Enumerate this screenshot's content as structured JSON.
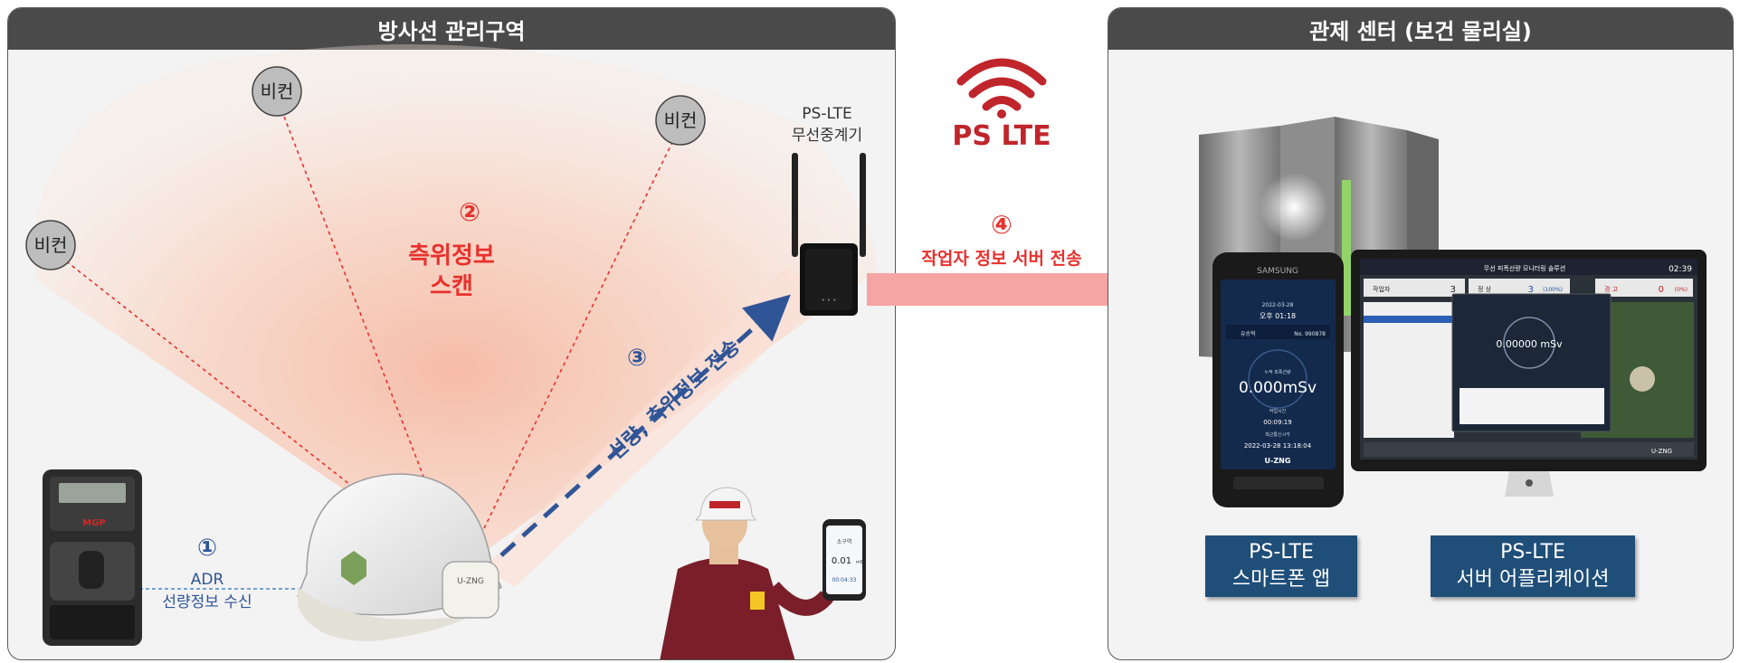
{
  "left_panel": {
    "title": "방사선 관리구역"
  },
  "right_panel": {
    "title": "관제 센터 (보건 물리실)"
  },
  "beacons": [
    "비컨",
    "비컨",
    "비컨"
  ],
  "relay": {
    "line1": "PS-LTE",
    "line2": "무선중계기"
  },
  "network": {
    "label": "PS LTE"
  },
  "steps": [
    {
      "num": "①",
      "line1": "ADR",
      "line2": "선량정보 수신"
    },
    {
      "num": "②",
      "line1": "측위정보",
      "line2": "스캔"
    },
    {
      "num": "③",
      "line1": "선량, 측위정보 전송"
    },
    {
      "num": "④",
      "line1": "작업자 정보 서버 전송"
    }
  ],
  "dosimeter": {
    "brand": "MGP"
  },
  "tag": {
    "brand": "U-ZNG"
  },
  "phone_small": {
    "rows": [
      "소구역",
      "0.01",
      "mSv",
      "00:04:33"
    ]
  },
  "smartphone": {
    "brand": "SAMSUNG",
    "date": "2022-03-28",
    "time": "오후 01:18",
    "label_left": "유승혁",
    "label_right": "No. 990878",
    "dose_caption": "누적 피폭선량",
    "dose": "0.000mSv",
    "elapsed_caption": "작업시간",
    "elapsed": "00:09:19",
    "last_caption": "최근통신시각",
    "last": "2022-03-28 13:18:04",
    "logo": "U-ZNG"
  },
  "monitor": {
    "title": "무선 피폭선량 모니터링 솔루션",
    "clock": "02:39",
    "stat1_label": "작업자",
    "stat1_value": "3",
    "stat2_label": "정 상",
    "stat2_value": "3",
    "stat2_pct": "(100%)",
    "stat3_label": "경 고",
    "stat3_value": "0",
    "stat3_pct": "(0%)",
    "popup_dose": "0.00000 mSv",
    "logo": "U-ZNG"
  },
  "captions": [
    {
      "line1": "PS-LTE",
      "line2": "스마트폰 앱"
    },
    {
      "line1": "PS-LTE",
      "line2": "서버 어플리케이션"
    }
  ],
  "colors": {
    "header_bg": "#4a4a4a",
    "scan_red": "#e8312d",
    "transfer_blue": "#2f5597",
    "caption_blue": "#1f4e79",
    "big_arrow": "#f7a4a4",
    "ps_lte_red": "#c0252b"
  }
}
